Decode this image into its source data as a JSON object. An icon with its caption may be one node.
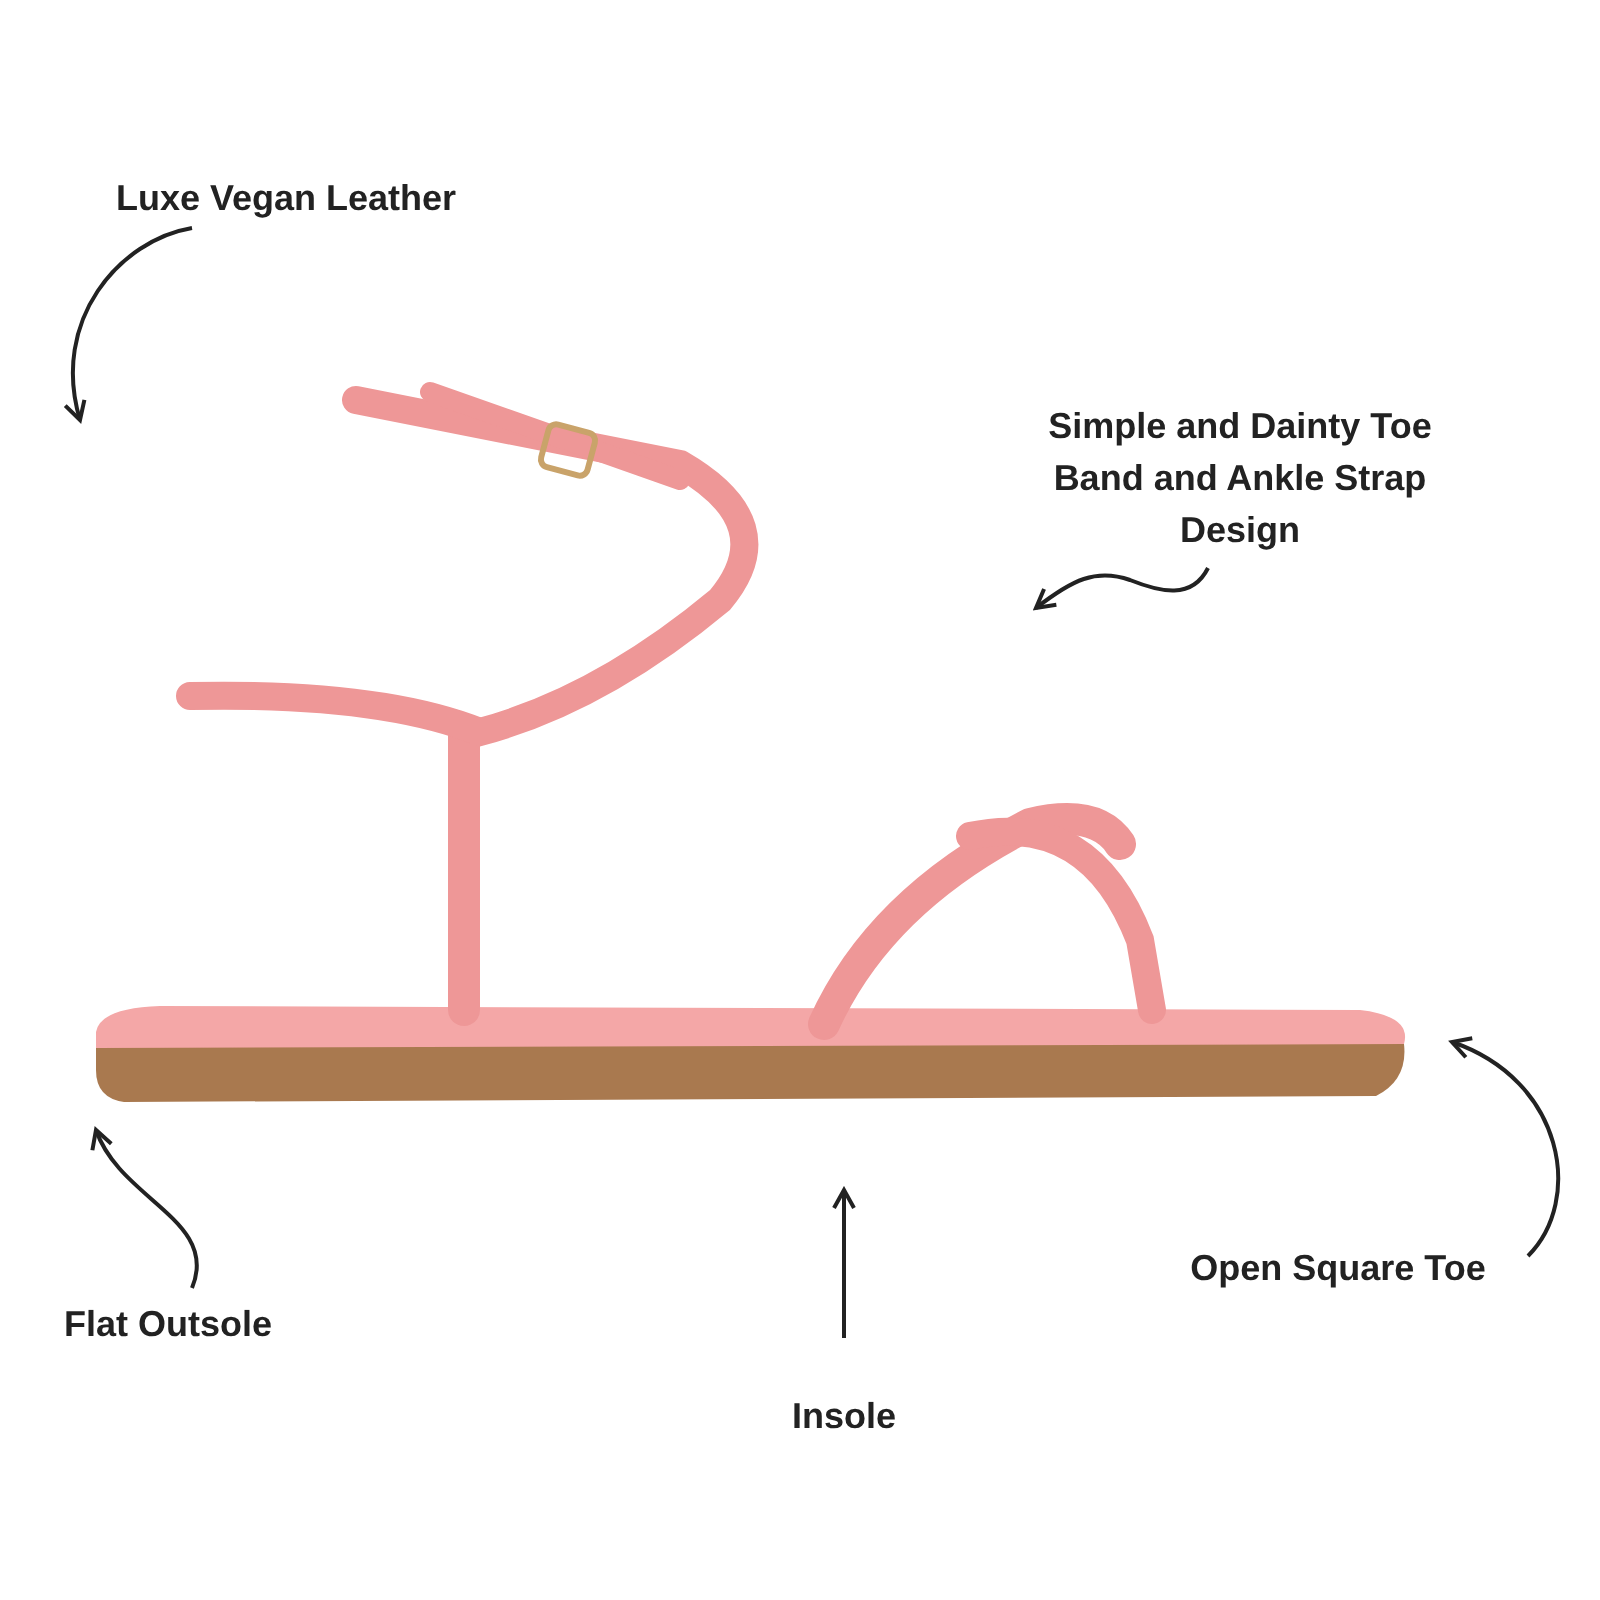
{
  "diagram": {
    "nodes": [
      {
        "text": [
          "Luxe Vegan Leather"
        ]
      },
      {
        "text": [
          "Simple and Dainty Toe Band and Ankle Strap Design"
        ]
      },
      {
        "text": [
          "Flat Outsole"
        ]
      },
      {
        "text": [
          "Insole"
        ]
      },
      {
        "text": [
          "Open Square Toe"
        ]
      }
    ],
    "edges": [
      {
        "from": 0,
        "to": null,
        "arrow": "to"
      },
      {
        "from": 1,
        "to": null,
        "arrow": "to"
      },
      {
        "from": 2,
        "to": null,
        "arrow": "to"
      },
      {
        "from": 3,
        "to": null,
        "arrow": "to"
      },
      {
        "from": 4,
        "to": null,
        "arrow": "to"
      }
    ]
  }
}
